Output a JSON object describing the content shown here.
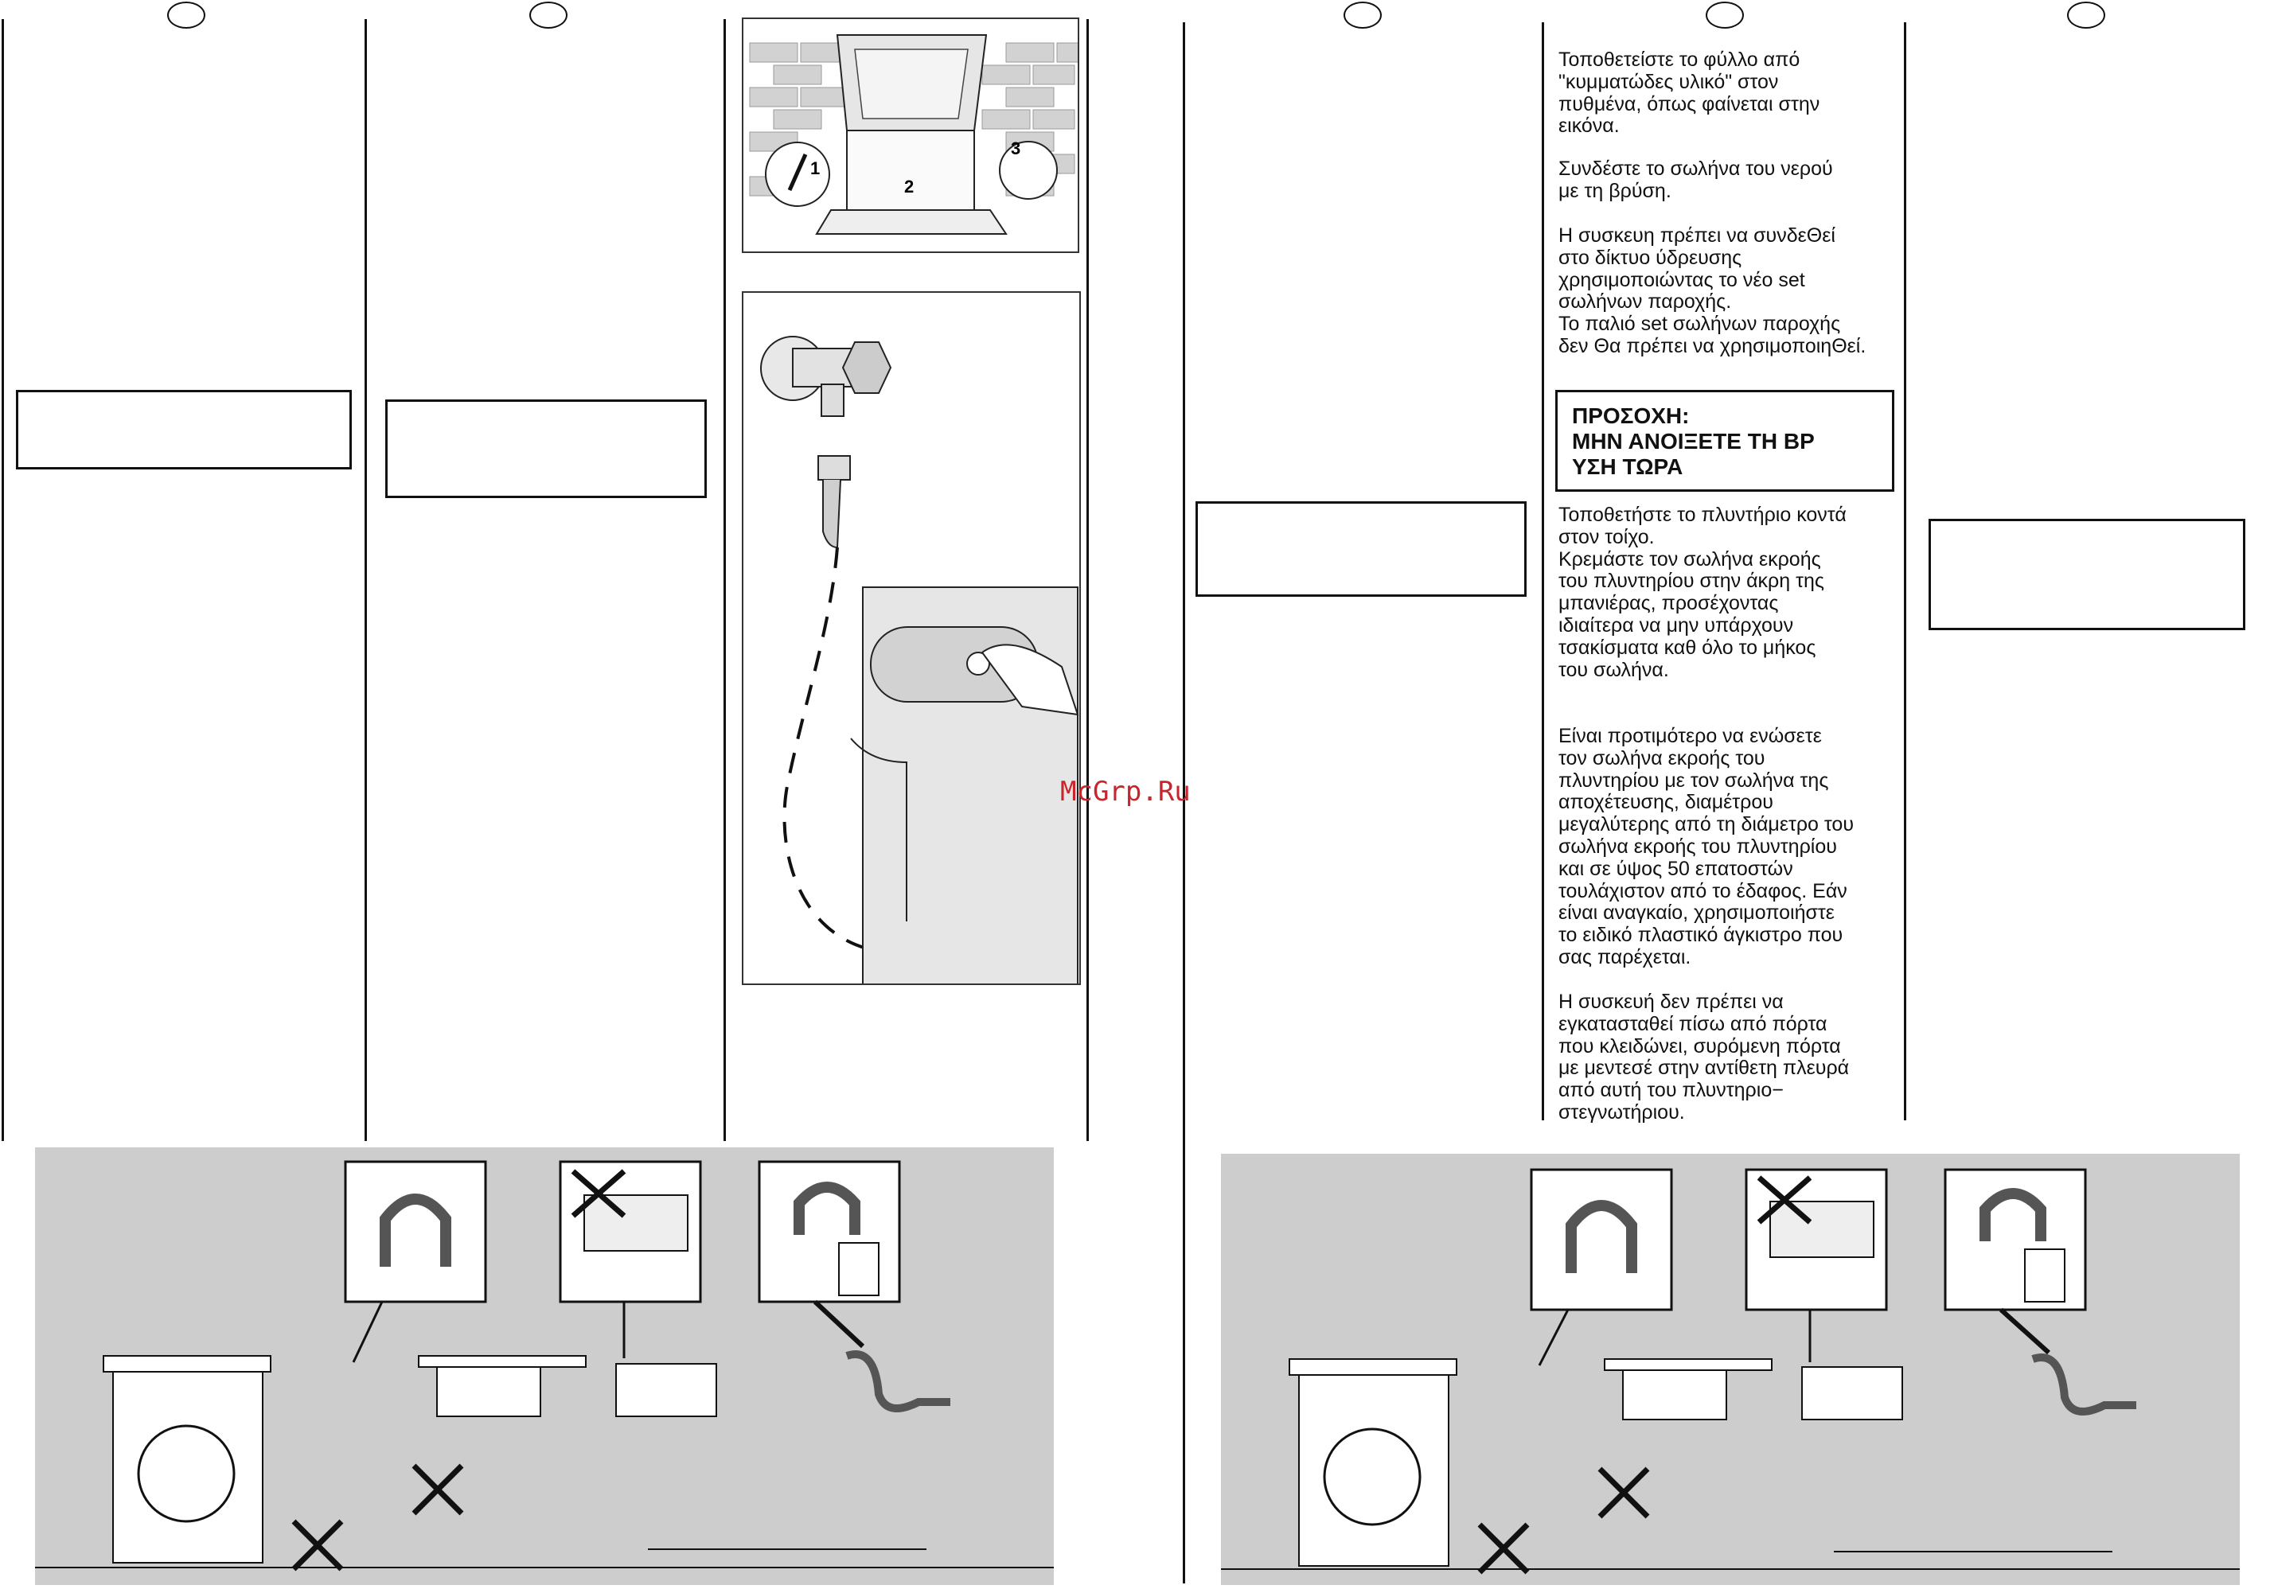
{
  "watermark": "McGrp.Ru",
  "right_page": {
    "para1": "Τοποθετείστε το φύλλο από\n\"κυμματώδες υλικό\" στον\nπυθμένα, όπως φαίνεται στην\nεικόνα.",
    "para2": "Συνδέστε το σωλήνα του νερού\nμε τη βρύση.",
    "para3": "Η συσκευη πρέπει να συνδεΘεί\nστο δίκτυο ύδρευσης\nχρησιμοποιώντας το νέο set\nσωλήνων παροχής.\nΤο παλιό set σωλήνων παροχής\nδεν Θα πρέπει να χρησιμοποιηΘεί.",
    "warning": "ΠΡΟΣΟΧΗ:\nΜΗΝ ΑΝΟΙΞΕΤΕ ΤΗ ΒΡ\nΥΣΗ ΤΩΡΑ",
    "para4": "Τοποθετήστε το πλυντήριο κοντά\nστον τοίχο.\nΚρεμάστε τον σωλήνα εκροής\nτου πλυντηρίου στην άκρη της\nμπανιέρας, προσέχοντας\nιδιαίτερα να μην υπάρχουν\nτσακίσματα καθ   όλο το μήκος\nτου σωλήνα.",
    "para5": "Είναι προτιμότερο να ενώσετε\nτον σωλήνα εκροής του\nπλυντηρίου με τον σωλήνα της\nαποχέτευσης, διαμέτρου\nμεγαλύτερης από τη διάμετρο του\nσωλήνα εκροής του πλυντηρίου\nκαι σε ύψος 50 επατοστών\nτουλάχιστον από το έδαφος. Εάν\nείναι αναγκαίο, χρησιμοποιήστε\nτο ειδικό πλαστικό άγκιστρο που\nσας παρέχεται.",
    "para6": "Η συσκευή δεν πρέπει να\nεγκατασταθεί πίσω από πόρτα\nπου κλειδώνει, συρόμενη πόρτα\nμε μεντεσέ στην αντίθετη πλευρά\nαπό αυτή του πλυντηριο−\nστεγνωτήριου."
  },
  "figure_labels": {
    "step1": "1",
    "step2": "2",
    "step3": "3"
  }
}
